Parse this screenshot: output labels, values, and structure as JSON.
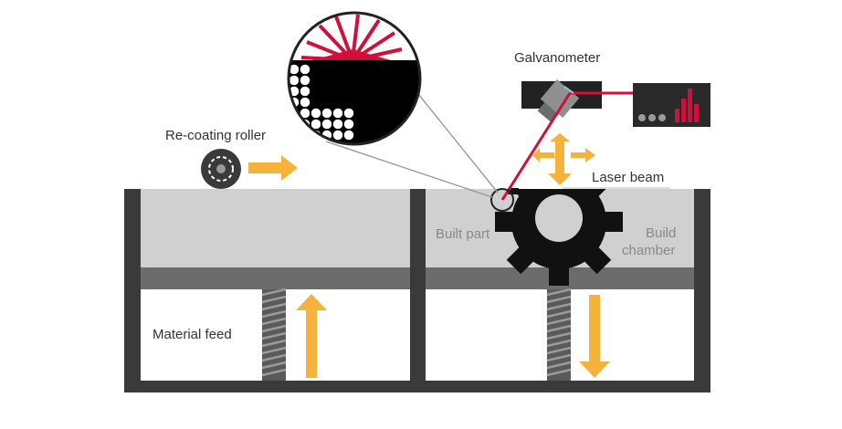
{
  "labels": {
    "recoating_roller": "Re-coating roller",
    "galvanometer": "Galvanometer",
    "laser_beam": "Laser beam",
    "built_part": "Built part",
    "build_chamber_line1": "Build",
    "build_chamber_line2": "chamber",
    "material_feed": "Material feed"
  },
  "colors": {
    "frame": "#3a3a3a",
    "powder": "#d0d0d0",
    "piston": "#6c6c6c",
    "arrow": "#f6b33b",
    "laser": "#d0103a",
    "part": "#111111",
    "label_dark": "#333333",
    "label_light": "#888888"
  }
}
